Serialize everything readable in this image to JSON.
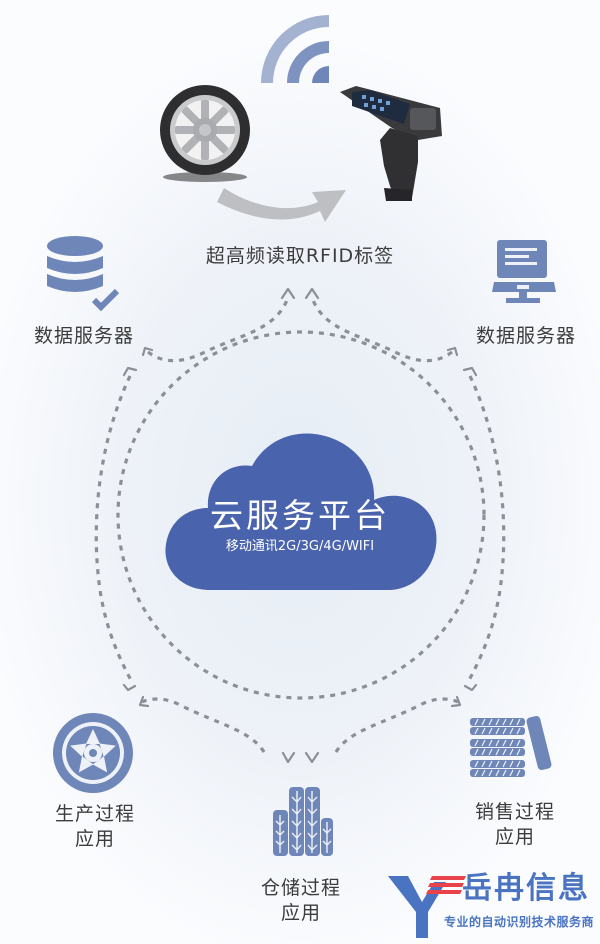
{
  "top": {
    "rfid_label": "超高频读取RFID标签",
    "icons": [
      "wifi-signal-icon",
      "tire-photo",
      "handheld-rfid-scanner-photo",
      "curved-arrow-icon"
    ]
  },
  "cloud": {
    "title": "云服务平台",
    "subtitle": "移动通讯2G/3G/4G/WIFI",
    "color": "#4a63ad"
  },
  "nodes": [
    {
      "id": "left-server",
      "label": "数据服务器",
      "icon": "database-check-icon"
    },
    {
      "id": "right-server",
      "label": "数据服务器",
      "icon": "laptop-terminal-icon"
    },
    {
      "id": "production",
      "label_line1": "生产过程",
      "label_line2": "应用",
      "icon": "wheel-icon"
    },
    {
      "id": "warehouse",
      "label_line1": "仓储过程",
      "label_line2": "应用",
      "icon": "tire-stack-vertical-icon"
    },
    {
      "id": "sales",
      "label_line1": "销售过程",
      "label_line2": "应用",
      "icon": "tire-stack-horizontal-icon"
    }
  ],
  "logo": {
    "name": "岳冉信息",
    "tagline": "专业的自动识别技术服务商",
    "colors": {
      "blue": "#4a74c2",
      "red": "#e8424a"
    }
  },
  "colors": {
    "icon_blue": "#6f86b8",
    "dashed_line": "#8a8f98",
    "text": "#3c3c3c"
  }
}
